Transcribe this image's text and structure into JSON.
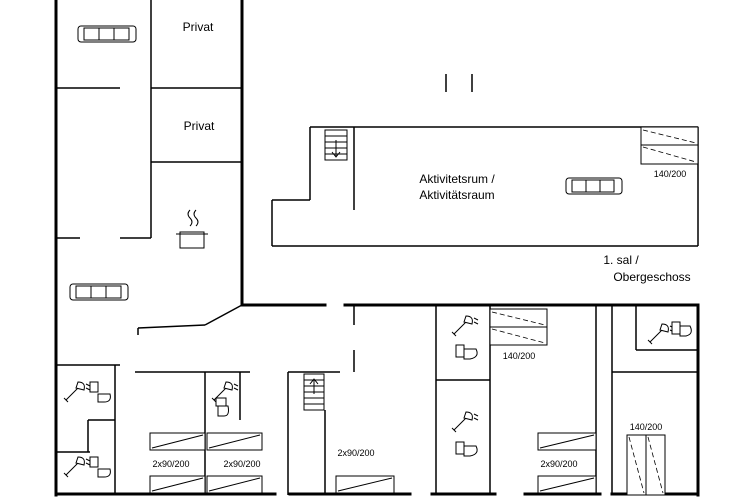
{
  "rooms": {
    "privat_top": "Privat",
    "privat_mid": "Privat",
    "activity_line1": "Aktivitetsrum /",
    "activity_line2": "Aktivitätsraum",
    "floor_line1": "1. sal /",
    "floor_line2": "Obergeschoss"
  },
  "beds": {
    "upper_bed": "140/200",
    "center_bed": "140/200",
    "right_bed": "140/200",
    "bunk_1": "2x90/200",
    "bunk_2": "2x90/200",
    "bunk_3": "2x90/200",
    "bunk_4": "2x90/200"
  },
  "icons": {
    "sofa": "sofa-icon",
    "cooking_pot": "cooking-pot-icon",
    "shower": "shower-icon",
    "toilet": "toilet-icon",
    "stairs": "stairs-icon"
  }
}
